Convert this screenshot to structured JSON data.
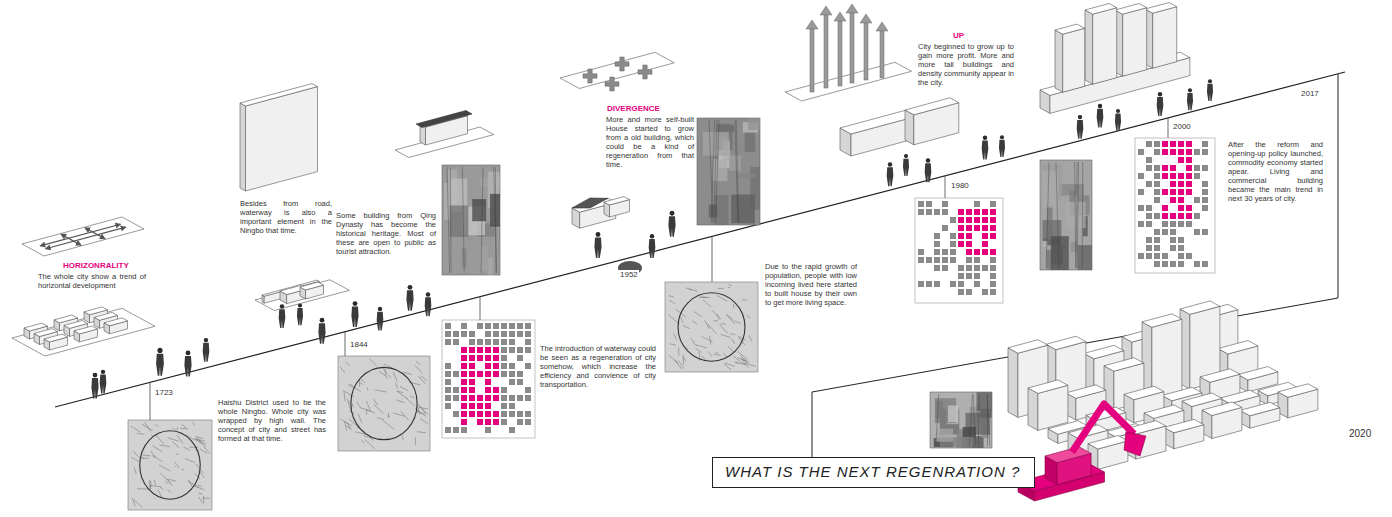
{
  "diagram": {
    "nodes": [
      {
        "text": [
          "WHAT IS THE NEXT REGENRATION ?"
        ]
      }
    ],
    "labels": [
      "HORIZONRALITY",
      "The whole city show a trend of horizontal development",
      "Haishu District used to be the whole Ningbo. Whole city was wrapped by high wall. The concept of city and street has formed at that time.",
      "Besides from road, waterway is also a important element in the Ningbo that time.",
      "Some building from Qing Dynasty has become the historical heritage. Most of these are open to public as tourist attraction.",
      "The introduction of waterway could be seen as a regeneration of city somehow, which increase the efficiency and convience of city transportation.",
      "DIVERGENCE",
      "More and more self-built House started to grow from a old building, which could be a kind of regeneration from that time.",
      "Due to the rapid growth of population, people with low incoming lived here started to built house by their own to get more living space.",
      "UP",
      "City beginned to grow up to gain more profit. More and more tall buildings and density community appear in the city.",
      "After the reform and opening-up policy launched, commodity economy started apear. Living and commercial building became the main trend in next 30 years of city.",
      "1723",
      "1844",
      "1952",
      "1980",
      "2000",
      "2017",
      "2020"
    ]
  }
}
